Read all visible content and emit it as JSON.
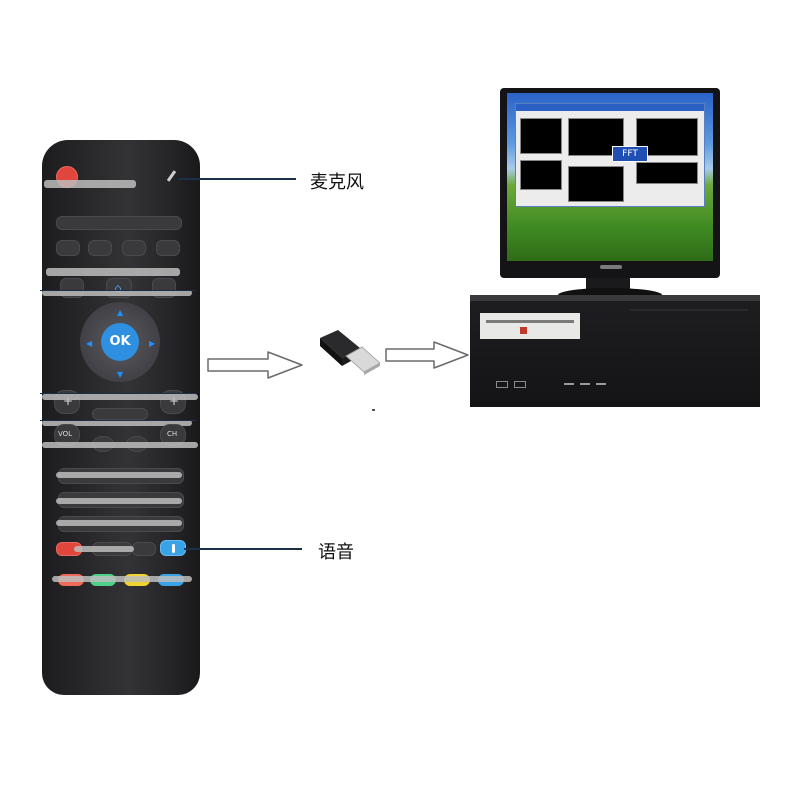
{
  "labels": {
    "microphone": "麦克风",
    "voice": "语音"
  },
  "remote": {
    "ok_label": "OK",
    "vol_label": "VOL",
    "ch_label": "CH",
    "plus": "+"
  },
  "screen": {
    "dialog_text": "FFT"
  },
  "colors": {
    "remote_body": "#262628",
    "ok_button": "#2f8fe0",
    "power_button": "#e0463c",
    "voice_button": "#3aa3e8",
    "color_keys": [
      "#f06a5a",
      "#4fd08a",
      "#f2d22e",
      "#3aa3e8"
    ],
    "leader_line": "#1c2f4a"
  },
  "icons": [
    "power-icon",
    "microphone-icon",
    "home-icon",
    "usb-dongle-icon",
    "arrow-right-icon",
    "monitor-icon",
    "computer-case-icon"
  ]
}
